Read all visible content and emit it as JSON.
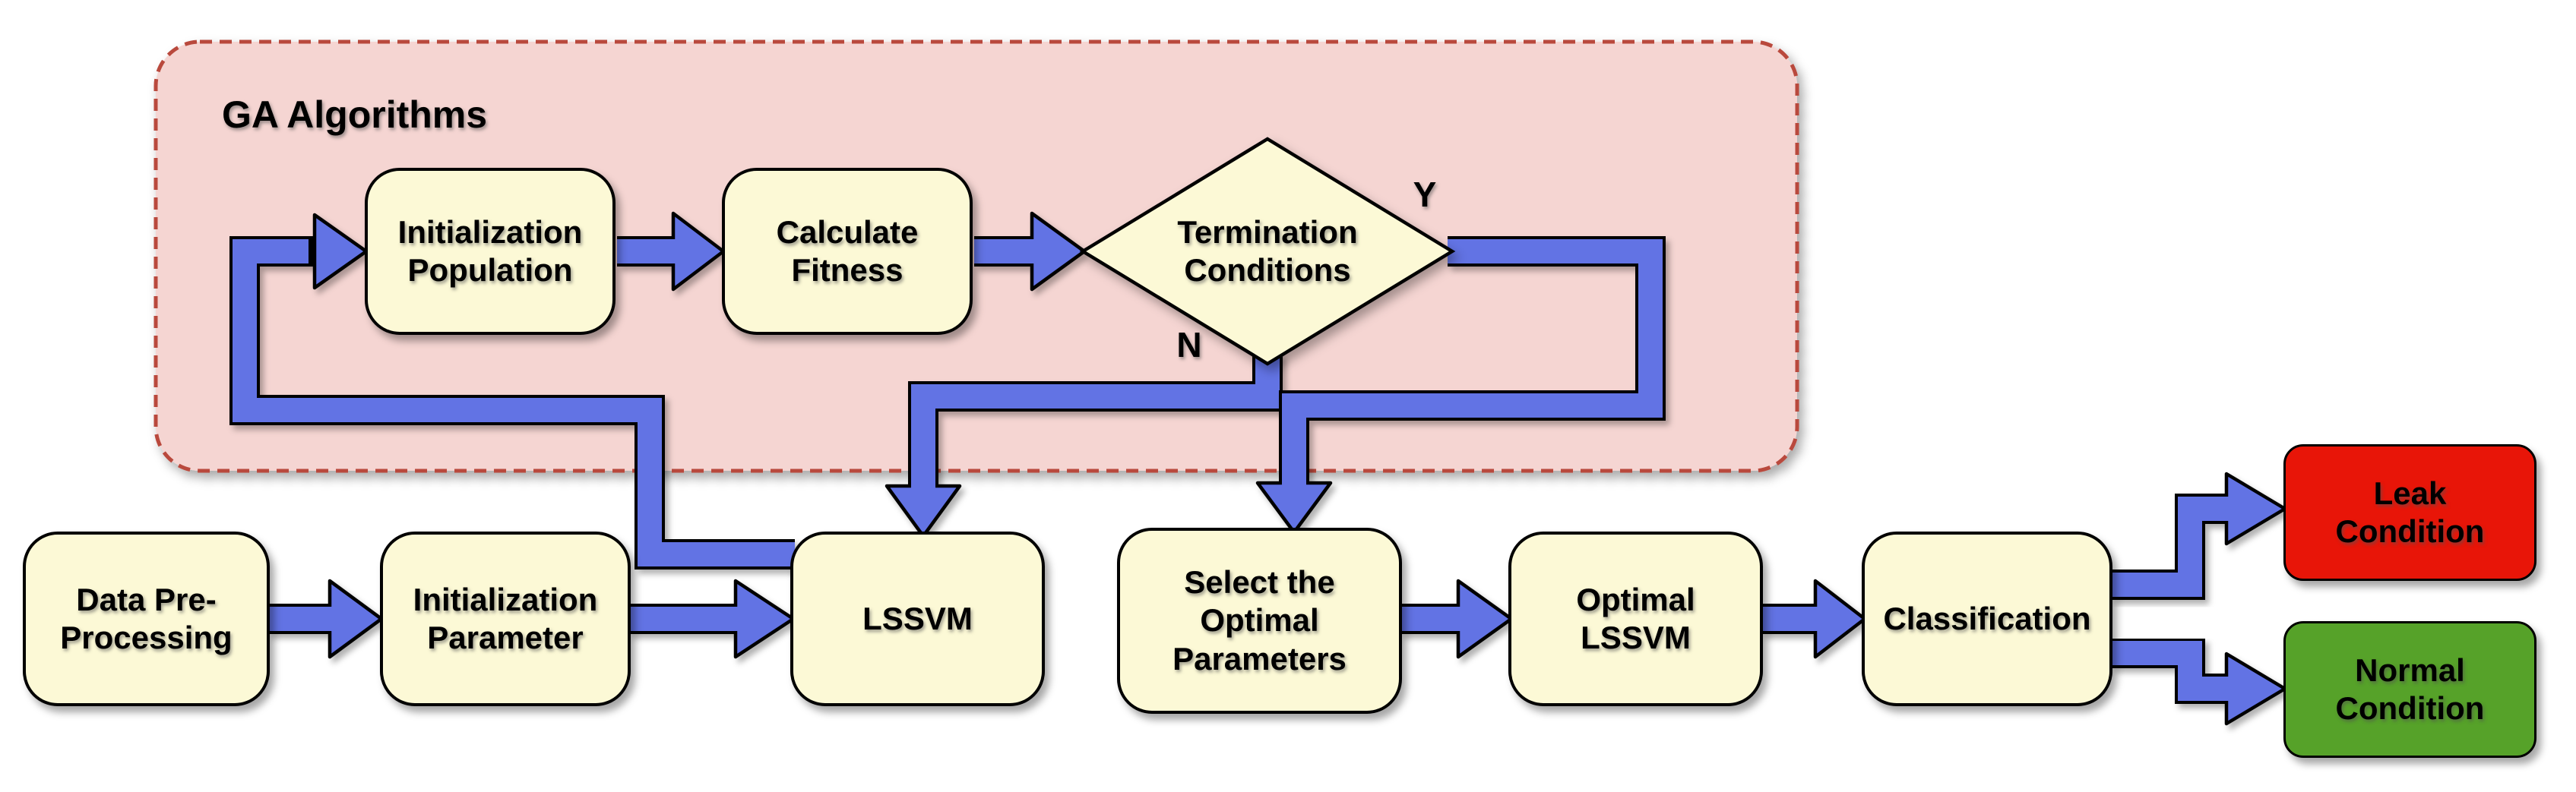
{
  "flowchart": {
    "container": {
      "title": "GA Algorithms"
    },
    "branch_labels": {
      "yes": "Y",
      "no": "N"
    },
    "nodes": {
      "init_population": {
        "lines": [
          "Initialization",
          "Population"
        ]
      },
      "calculate_fitness": {
        "lines": [
          "Calculate",
          "Fitness"
        ]
      },
      "termination": {
        "lines": [
          "Termination",
          "Conditions"
        ]
      },
      "data_preprocessing": {
        "lines": [
          "Data Pre-",
          "Processing"
        ]
      },
      "init_parameter": {
        "lines": [
          "Initialization",
          "Parameter"
        ]
      },
      "lssvm": {
        "lines": [
          "LSSVM"
        ]
      },
      "select_optimal": {
        "lines": [
          "Select the",
          "Optimal",
          "Parameters"
        ]
      },
      "optimal_lssvm": {
        "lines": [
          "Optimal",
          "LSSVM"
        ]
      },
      "classification": {
        "lines": [
          "Classification"
        ]
      },
      "leak_condition": {
        "lines": [
          "Leak",
          "Condition"
        ]
      },
      "normal_condition": {
        "lines": [
          "Normal",
          "Condition"
        ]
      }
    },
    "colors": {
      "page_background": "#ffffff",
      "container_fill": "#f5d5d2",
      "container_border": "#b9493c",
      "node_fill": "#fcf9d6",
      "node_border": "#000000",
      "arrow_fill": "#6273e4",
      "arrow_outline": "#000000",
      "leak_fill": "#e81508",
      "normal_fill": "#56a229",
      "text_color": "#000000"
    }
  }
}
